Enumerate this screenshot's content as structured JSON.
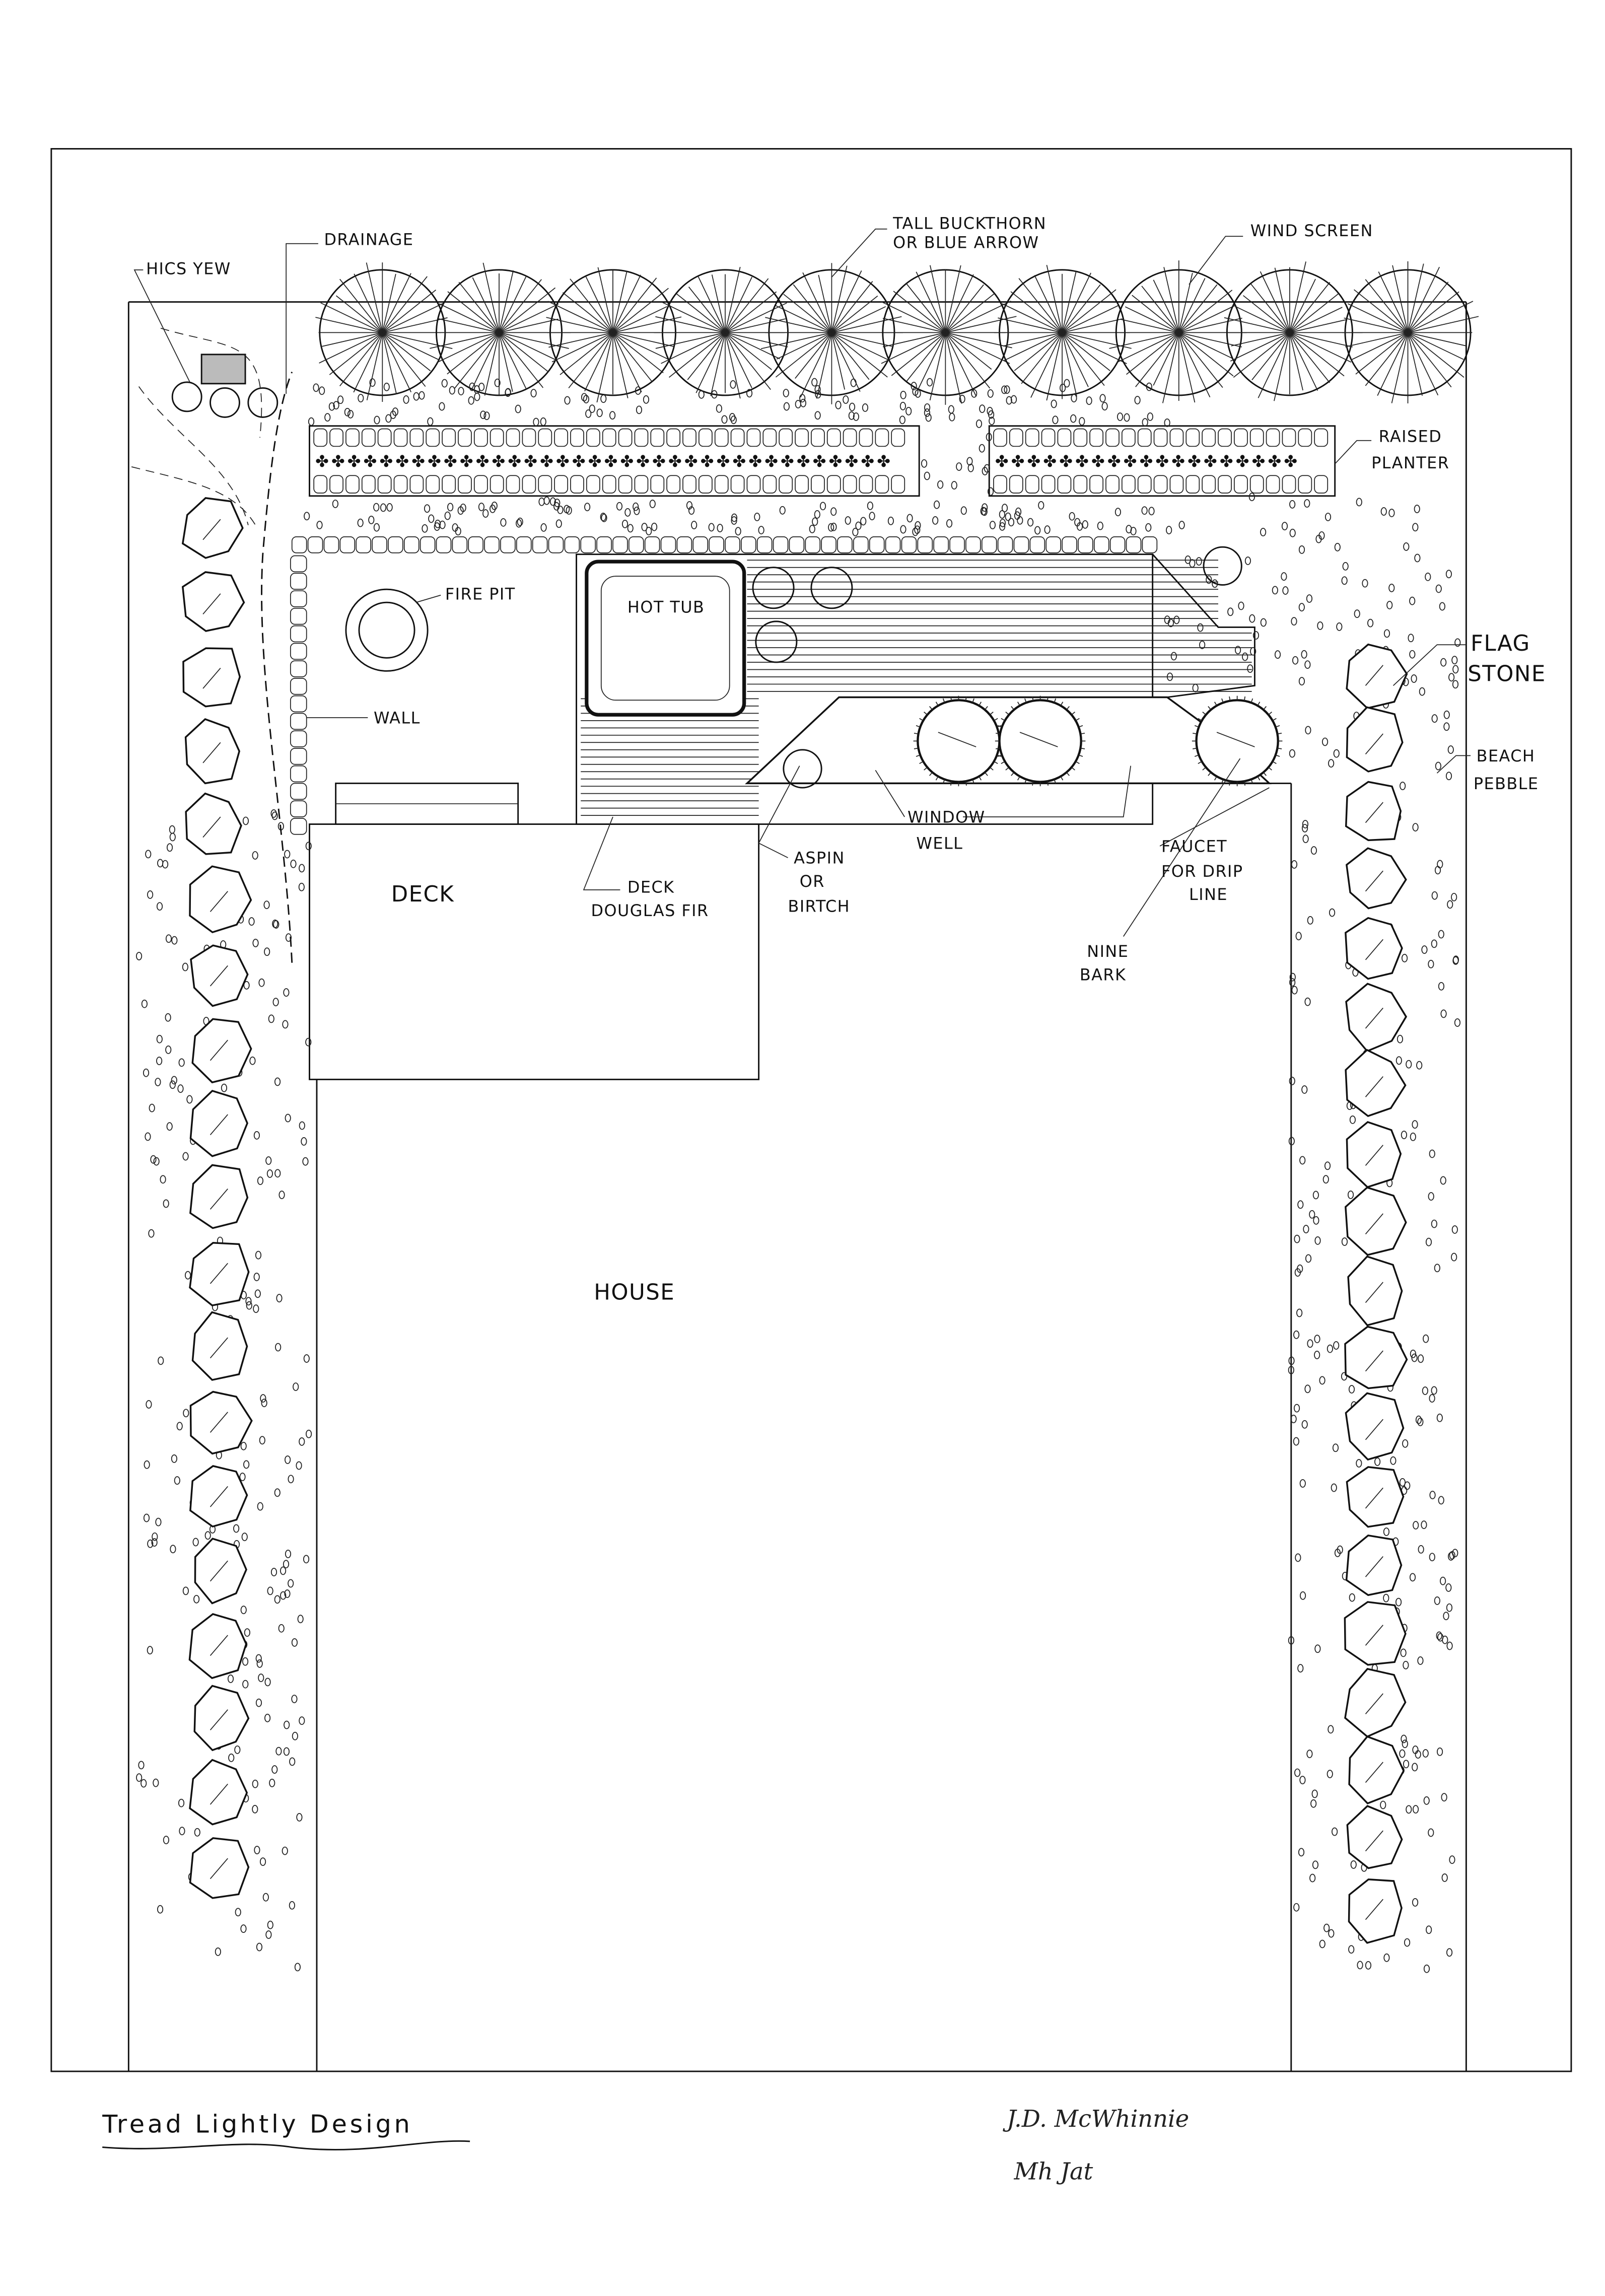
{
  "plan": {
    "title": "Tread Lightly Design",
    "signature": "J.D. McWhinnie",
    "signature_2": "Mh Jat",
    "labels": {
      "hics_yew": "HICS YEW",
      "drainage": "DRAINAGE",
      "buckthorn_1": "TALL BUCKTHORN",
      "buckthorn_2": "OR BLUE ARROW",
      "wind_screen": "WIND SCREEN",
      "raised_1": "RAISED",
      "raised_2": "PLANTER",
      "fire_pit": "FIRE PIT",
      "hot_tub": "HOT TUB",
      "wall": "WALL",
      "flag_1": "FLAG",
      "flag_2": "STONE",
      "beach_1": "BEACH",
      "beach_2": "PEBBLE",
      "window_1": "WINDOW",
      "window_2": "WELL",
      "aspin_1": "ASPIN",
      "aspin_2": "OR",
      "aspin_3": "BIRTCH",
      "faucet_1": "FAUCET",
      "faucet_2": "FOR DRIP",
      "faucet_3": "LINE",
      "deck": "DECK",
      "deck_fir_1": "DECK",
      "deck_fir_2": "DOUGLAS FIR",
      "nine_1": "NINE",
      "nine_2": "BARK",
      "house": "HOUSE"
    }
  }
}
